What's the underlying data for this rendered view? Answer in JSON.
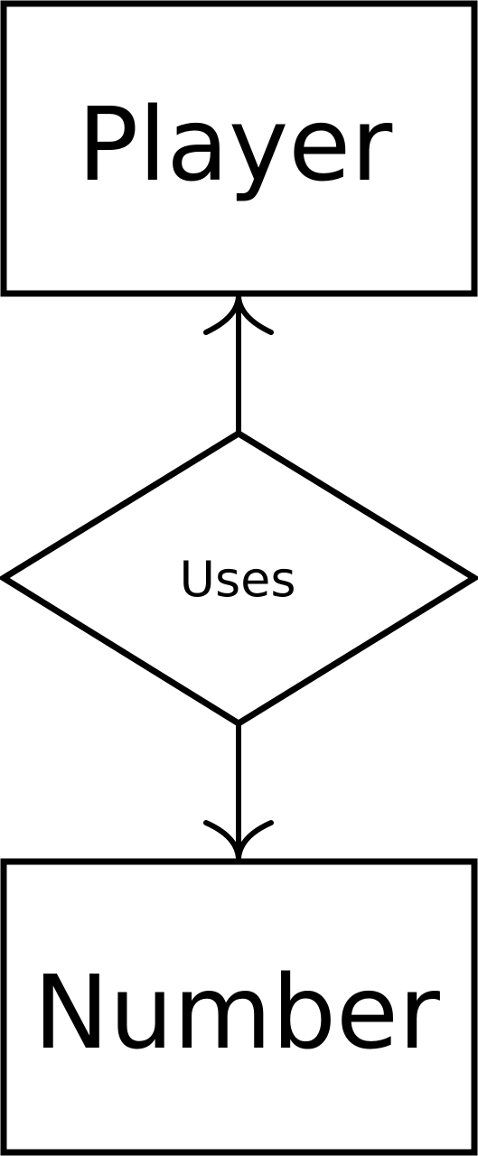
{
  "entities": {
    "player": {
      "label": "Player"
    },
    "number": {
      "label": "Number"
    }
  },
  "relationship": {
    "label": "Uses"
  },
  "colors": {
    "stroke": "#000000",
    "fill": "#ffffff",
    "background": "#ffffff"
  }
}
